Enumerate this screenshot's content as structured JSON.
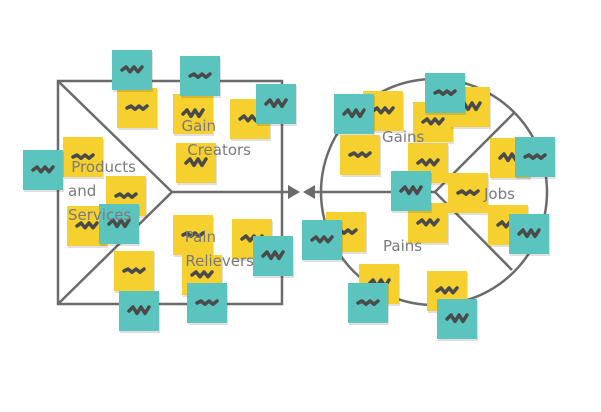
{
  "canvas": {
    "value_map": {
      "products_line1": "Products",
      "products_line2": "and",
      "products_line3": "Services",
      "gain_creators_line1": "Gain",
      "gain_creators_line2": "Creators",
      "pain_relievers_line1": "Pain",
      "pain_relievers_line2": "Relievers"
    },
    "customer_profile": {
      "gains": "Gains",
      "jobs": "Jobs",
      "pains": "Pains"
    }
  },
  "colors": {
    "outline": "#6b6b6b",
    "sticky_yellow": "#f5d02e",
    "sticky_teal": "#5cc4be",
    "scribble": "#4a4a4a"
  }
}
